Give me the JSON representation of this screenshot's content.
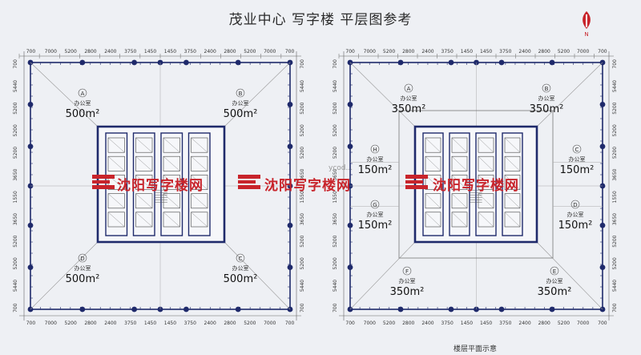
{
  "title": "茂业中心  写字楼 平层图参考",
  "north_label": "N",
  "caption": "楼层平面示意",
  "watermark": {
    "text": "沈阳写字楼网",
    "url_fragment": "ycod..."
  },
  "left_plan": {
    "top_dims": [
      "700",
      "7000",
      "5200",
      "2800",
      "2400",
      "3750",
      "1450",
      "1450",
      "3750",
      "2400",
      "2800",
      "5200",
      "7000",
      "700"
    ],
    "bottom_dims": [
      "700",
      "7000",
      "5200",
      "2800",
      "2400",
      "3750",
      "1450",
      "1450",
      "3750",
      "2400",
      "2800",
      "5200",
      "7000",
      "700"
    ],
    "left_dims": [
      "700",
      "5440",
      "5200",
      "5200",
      "5200",
      "3650",
      "1550",
      "3650",
      "5200",
      "5200",
      "5440",
      "700"
    ],
    "right_dims": [
      "700",
      "5440",
      "5200",
      "5200",
      "5200",
      "3650",
      "1550",
      "3650",
      "5200",
      "5200",
      "5440",
      "700"
    ],
    "offices": [
      {
        "letter": "A",
        "name": "办公室",
        "area": "500m²"
      },
      {
        "letter": "B",
        "name": "办公室",
        "area": "500m²"
      },
      {
        "letter": "D",
        "name": "办公室",
        "area": "500m²"
      },
      {
        "letter": "C",
        "name": "办公室",
        "area": "500m²"
      }
    ]
  },
  "right_plan": {
    "top_dims": [
      "700",
      "7000",
      "5200",
      "2800",
      "2400",
      "3750",
      "1450",
      "1450",
      "3750",
      "2400",
      "2800",
      "5200",
      "7000",
      "700"
    ],
    "bottom_dims": [
      "700",
      "7000",
      "5200",
      "2800",
      "2400",
      "3750",
      "1450",
      "1450",
      "3750",
      "2400",
      "2800",
      "5200",
      "7000",
      "700"
    ],
    "left_dims": [
      "700",
      "5440",
      "5200",
      "5200",
      "5200",
      "3650",
      "1550",
      "3650",
      "5200",
      "5200",
      "5440",
      "700"
    ],
    "right_dims": [
      "700",
      "5440",
      "5200",
      "5200",
      "5200",
      "3650",
      "1550",
      "3650",
      "5200",
      "5200",
      "5440",
      "700"
    ],
    "offices": [
      {
        "letter": "A",
        "name": "办公室",
        "area": "350m²"
      },
      {
        "letter": "B",
        "name": "办公室",
        "area": "350m²"
      },
      {
        "letter": "H",
        "name": "办公室",
        "area": "150m²"
      },
      {
        "letter": "C",
        "name": "办公室",
        "area": "150m²"
      },
      {
        "letter": "G",
        "name": "办公室",
        "area": "150m²"
      },
      {
        "letter": "D",
        "name": "办公室",
        "area": "150m²"
      },
      {
        "letter": "F",
        "name": "办公室",
        "area": "350m²"
      },
      {
        "letter": "E",
        "name": "办公室",
        "area": "350m²"
      }
    ]
  },
  "colors": {
    "wall": "#1f2a6b",
    "dim": "#333333",
    "watermark": "#c8242b",
    "background": "#eef0f4"
  }
}
